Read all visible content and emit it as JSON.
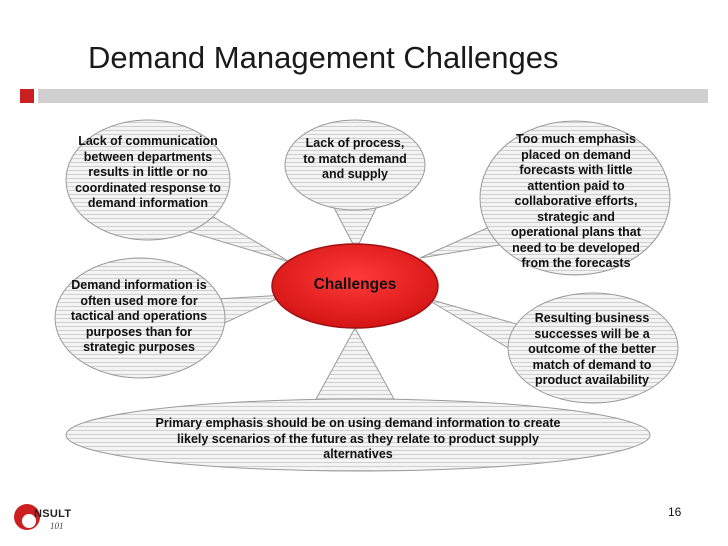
{
  "slide": {
    "title": "Demand Management Challenges",
    "page_number": "16"
  },
  "center": {
    "label": "Challenges",
    "fill_color": "#e61e1e"
  },
  "bubbles": {
    "top_left": "Lack of communication between departments results in little or no coordinated response to demand information",
    "top_middle": "Lack of process, to match demand and supply",
    "top_right": "Too much emphasis placed on demand forecasts with little attention paid to collaborative efforts, strategic and operational plans that need to be developed from the forecasts",
    "mid_left": "Demand information is often used more for tactical and operations purposes than for strategic purposes",
    "mid_right": "Resulting business successes will be a outcome of the better match of demand to product availability",
    "bottom": "Primary emphasis should be on using demand information to create likely scenarios of the future as they relate to product supply alternatives"
  },
  "logo": {
    "word": "NSULT",
    "number": "101",
    "accent_color": "#cc1f1f"
  }
}
